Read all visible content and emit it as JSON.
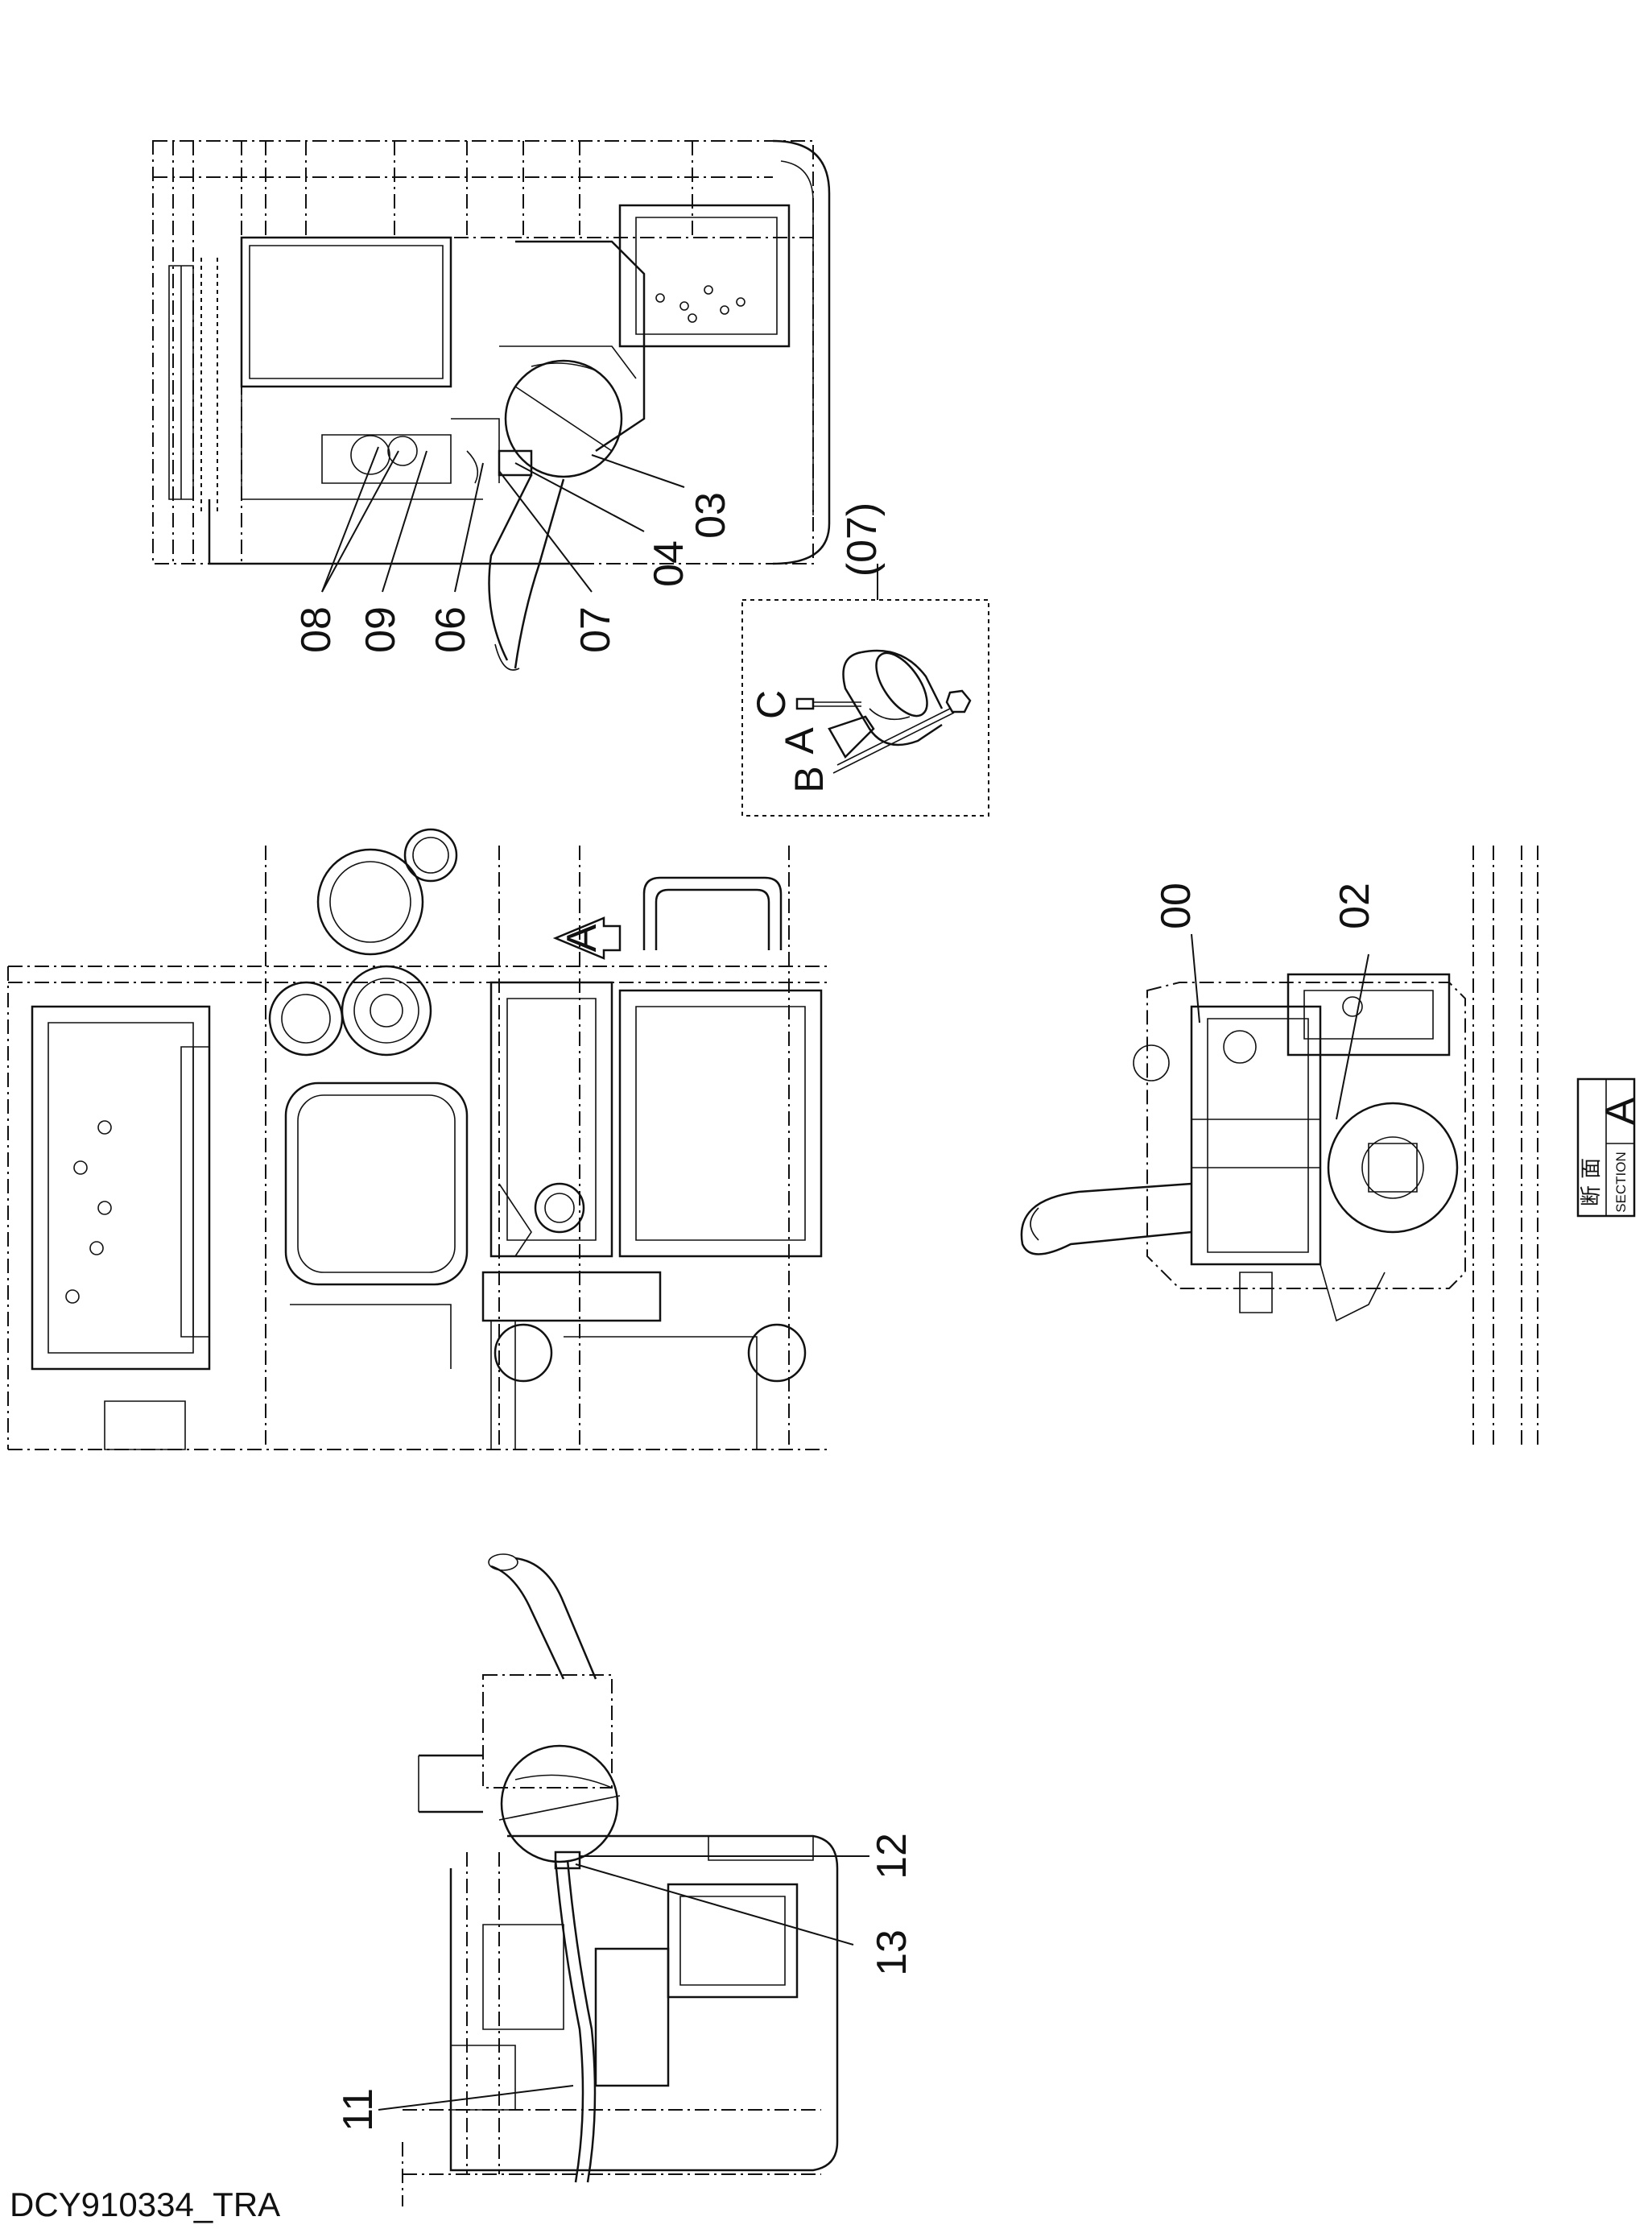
{
  "callouts": {
    "c00": "00",
    "c02": "02",
    "c03": "03",
    "c04": "04",
    "c06": "06",
    "c07": "07",
    "c08": "08",
    "c09": "09",
    "c11": "11",
    "c12": "12",
    "c13": "13"
  },
  "detail": {
    "ref": "(07)",
    "part_a": "A",
    "part_b": "B",
    "part_c": "C"
  },
  "view_marker": "A",
  "section": {
    "kanji": "断 面",
    "word": "SECTION",
    "letter": "A"
  },
  "drawing_code": "DCY910334_TRA"
}
